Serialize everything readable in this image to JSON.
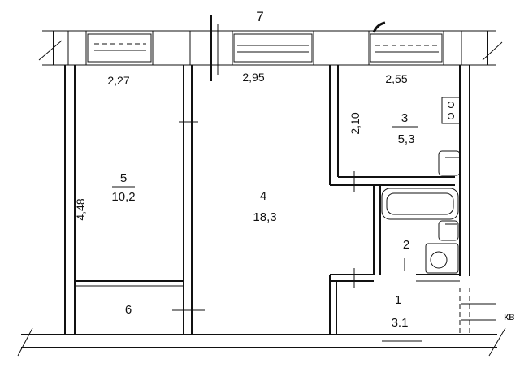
{
  "plan": {
    "balcony": {
      "number": "7"
    },
    "dimensions": {
      "room5_width": "2,27",
      "room4_width": "2,95",
      "room3_width": "2,55",
      "room3_depth": "2,10",
      "room5_depth": "4,48"
    },
    "rooms": [
      {
        "number": "5",
        "area": "10,2"
      },
      {
        "number": "4",
        "area": "18,3"
      },
      {
        "number": "3",
        "area": "5,3"
      },
      {
        "number": "2",
        "area": ""
      },
      {
        "number": "1",
        "area": "3.1"
      },
      {
        "number": "6",
        "area": ""
      }
    ],
    "stair_label": "кв"
  }
}
